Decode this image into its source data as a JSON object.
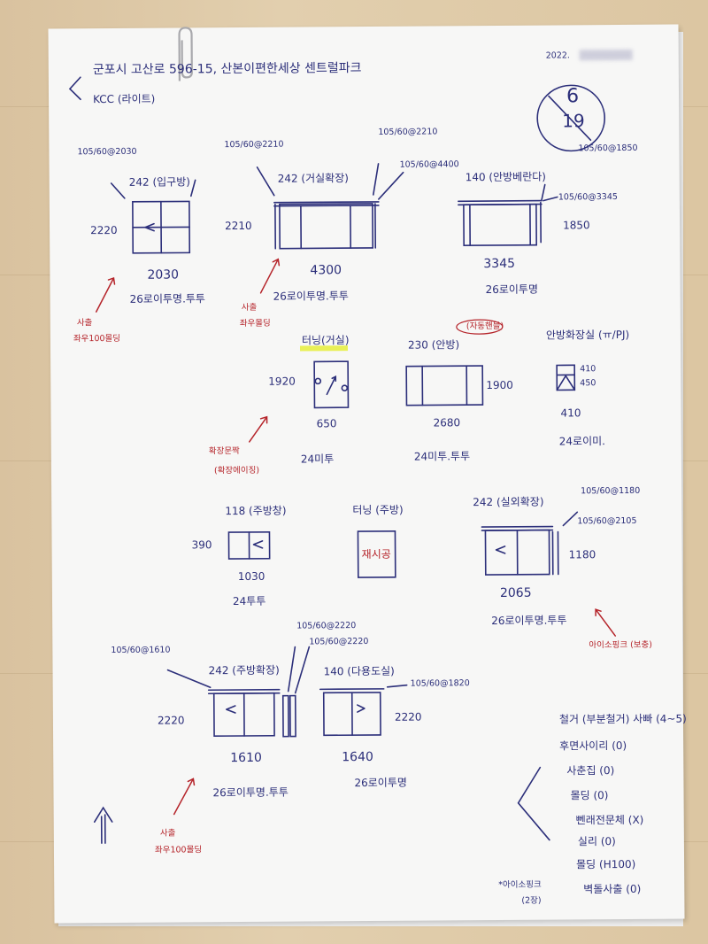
{
  "header": {
    "address": "군포시 고산로 596-15, 산본이편한세상 센트럴파크",
    "brand": "KCC (라이트)",
    "date_prefix": "2022.",
    "date_circle_top": "6",
    "date_circle_bottom": "19"
  },
  "windows": {
    "w1": {
      "room": "242 (입구방)",
      "height": "2220",
      "width": "2030",
      "spec": "26로이투명.투투",
      "frame": "105/60@2030",
      "note_line1": "사출",
      "note_line2": "좌우100몰딩"
    },
    "w2": {
      "room": "242 (거실확장)",
      "height": "2210",
      "width": "4300",
      "spec": "26로이투명.투투",
      "frame": "105/60@2210",
      "frame2": "105/60@4400",
      "note_line1": "사출",
      "note_line2": "좌우몰딩"
    },
    "w3": {
      "room": "140 (안방베란다)",
      "height": "1850",
      "width": "3345",
      "spec": "26로이투명",
      "frame": "105/60@1850",
      "frame2": "105/60@3345",
      "frame3": "105/60@2210"
    },
    "w4": {
      "room": "터닝(거실)",
      "height": "1920",
      "width": "650",
      "spec": "24미투",
      "note_line1": "확장문짝",
      "note_line2": "(확장에이징)"
    },
    "w5": {
      "room": "230 (안방)",
      "height": "1900",
      "width": "2680",
      "spec": "24미투.투투",
      "tag": "(자동핸들)"
    },
    "w6": {
      "room": "안방화장실 (ㅠ/PJ)",
      "dim1": "410",
      "dim2": "450",
      "width": "410",
      "spec": "24로이미."
    },
    "w7": {
      "room": "118 (주방창)",
      "height": "390",
      "width": "1030",
      "spec": "24투투"
    },
    "w8": {
      "room": "터닝 (주방)",
      "mark": "재시공"
    },
    "w9": {
      "room": "242 (실외확장)",
      "height": "1180",
      "width": "2065",
      "spec": "26로이투명.투투",
      "frame": "105/60@1180",
      "frame2": "105/60@2105",
      "note": "아이소핑크 (보충)"
    },
    "w10": {
      "room": "242 (주방확장)",
      "height": "2220",
      "width": "1610",
      "spec": "26로이투명.투투",
      "frame": "105/60@1610",
      "frame2": "105/60@2220",
      "frame3": "105/60@2220",
      "note_line1": "사출",
      "note_line2": "좌우100몰딩"
    },
    "w11": {
      "room": "140 (다용도실)",
      "height": "2220",
      "width": "1640",
      "spec": "26로이투명",
      "frame": "105/60@1820"
    }
  },
  "checklist": {
    "items": [
      "철거 (부분철거) 사빠 (4~5)",
      "후면사이리 (0)",
      "사춘집 (0)",
      "몰딩 (0)",
      "뻰래전문체 (X)",
      "실리 (0)",
      "몰딩 (H100)",
      "벽돌사출 (0)"
    ],
    "footnote_line1": "*아이소핑크",
    "footnote_line2": "(2장)"
  },
  "colors": {
    "ink_blue": "#2c2f7a",
    "ink_red": "#b5242a",
    "paper": "#f7f7f6",
    "highlight": "#e6ef3a"
  }
}
